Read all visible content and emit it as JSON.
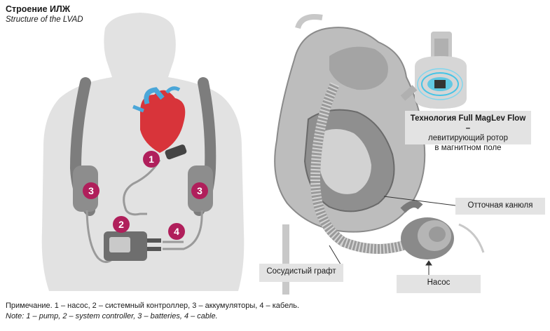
{
  "title": "Строение ИЛЖ",
  "subtitle": "Structure of the LVAD",
  "markers": {
    "pump": "1",
    "controller": "2",
    "battery_left": "3",
    "battery_right": "3",
    "cable": "4"
  },
  "callouts": {
    "technology_title": "Технология Full MagLev Flow –",
    "technology_line2": "левитирующий ротор",
    "technology_line3": "в магнитном поле",
    "outflow_cannula": "Отточная канюля",
    "vascular_graft": "Сосудистый графт",
    "pump": "Насос"
  },
  "notes": {
    "ru": "Примечание. 1 – насос, 2 – системный контроллер, 3 – аккумуляторы, 4 – кабель.",
    "en": "Note: 1 – pump, 2 – system controller, 3 – batteries, 4 – cable."
  },
  "colors": {
    "badge": "#b01f5b",
    "body_silhouette": "#e2e2e2",
    "callout_bg": "#e3e3e3",
    "heart_red": "#d8343a",
    "aorta_blue": "#4aa6d8"
  }
}
